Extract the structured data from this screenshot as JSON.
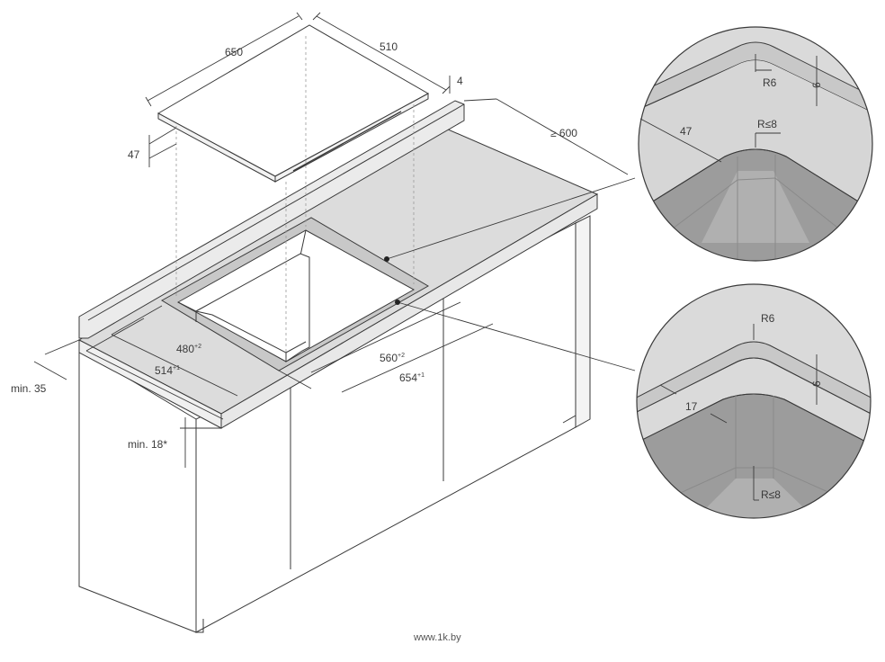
{
  "hob": {
    "width": "650",
    "depth": "510",
    "glass_thickness": "4",
    "height": "47"
  },
  "worktop": {
    "clearance_wall": "≥ 600",
    "edge_min": "min. 35",
    "thickness_min": "min. 18*"
  },
  "cutout": {
    "inner_depth": "480",
    "inner_depth_tol": "+2",
    "outer_depth": "514",
    "outer_depth_tol": "+1",
    "inner_width": "560",
    "inner_width_tol": "+2",
    "outer_width": "654",
    "outer_width_tol": "+1"
  },
  "detail_top": {
    "radius_outer": "R6",
    "rebate_depth": "6",
    "rebate_width": "47",
    "radius_inner": "R≤8"
  },
  "detail_bottom": {
    "radius_outer": "R6",
    "rebate_depth": "6",
    "rebate_width": "17",
    "radius_inner": "R≤8"
  },
  "watermark": "www.1k.by",
  "colors": {
    "line": "#3a3a3a",
    "worktop": "#dcdcdc",
    "worktop_dark": "#c8c8c8",
    "cabinet": "#ffffff",
    "detail_dark": "#9c9c9c",
    "detail_mid": "#c4c4c4",
    "detail_light": "#dadada"
  }
}
